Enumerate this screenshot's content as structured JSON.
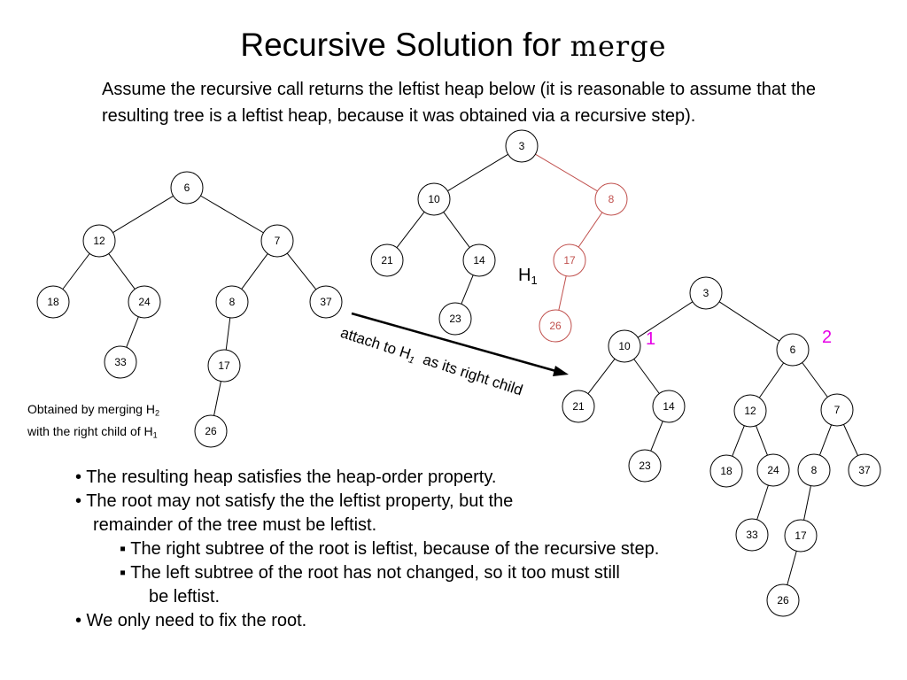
{
  "slide": {
    "title_prefix": "Recursive Solution for ",
    "title_code": "merge",
    "intro": "Assume the recursive call returns the leftist heap below (it is reasonable to assume that the resulting tree is a leftist heap, because it was obtained via a recursive step).",
    "caption_line1_pre": "Obtained by merging H",
    "caption_line1_sub": "2",
    "caption_line2_pre": "with the right child of H",
    "caption_line2_sub": "1",
    "h1_label_main": "H",
    "h1_label_sub": "1",
    "arrow_label_pre": "attach to H",
    "arrow_label_sub": "1",
    "arrow_label_post": "  as its right child",
    "marker_1": "1",
    "marker_2": "2",
    "bullets": [
      "• The resulting heap satisfies the heap-order property.",
      "• The root may not satisfy the the leftist property, but the",
      "remainder of the tree must be leftist.",
      "▪ The right subtree of the root is leftist, because of the recursive step.",
      "▪ The left subtree of the root has not changed, so it too must still",
      "be leftist.",
      "• We only need to fix the root."
    ]
  },
  "colors": {
    "highlight": "#c0504d",
    "marker": "#e600e6",
    "stroke": "#000000"
  },
  "trees": {
    "merged_heap": {
      "name": "merged",
      "nodes": [
        "6",
        "12",
        "7",
        "18",
        "24",
        "8",
        "37",
        "33",
        "17",
        "26"
      ]
    },
    "h1": {
      "name": "h1",
      "nodes": [
        "3",
        "10",
        "8",
        "21",
        "14",
        "17",
        "23",
        "26"
      ],
      "highlighted": [
        "8",
        "17",
        "26"
      ]
    },
    "result": {
      "name": "result",
      "nodes": [
        "3",
        "10",
        "6",
        "21",
        "14",
        "12",
        "7",
        "23",
        "18",
        "24",
        "8",
        "37",
        "33",
        "17",
        "26"
      ]
    }
  }
}
